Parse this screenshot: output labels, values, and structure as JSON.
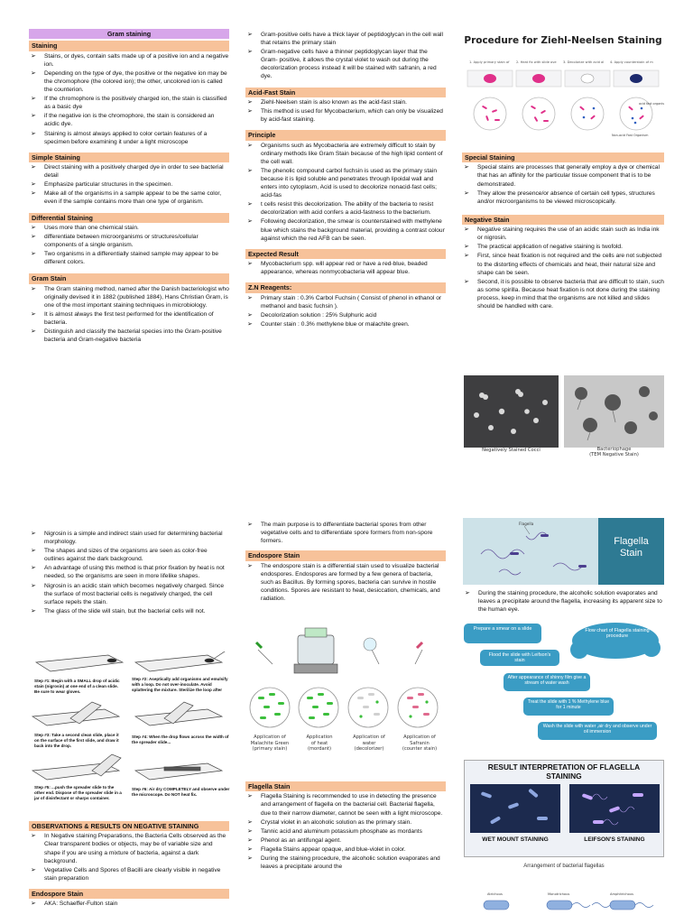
{
  "col1": {
    "title": "Gram staining",
    "staining": {
      "heading": "Staining",
      "items": [
        "Stains, or dyes, contain salts made up of a positive ion and a negative ion.",
        "Depending on the type of dye, the positive or the negative ion may be the chromophore (the colored ion); the other, uncolored ion is called the counterion.",
        "If the chromophore is the positively charged ion, the stain is classified as a basic dye",
        "if the negative ion is the chromophore, the stain is considered an acidic dye.",
        "Staining is almost always applied to color certain features of a specimen before examining it under a light microscope"
      ]
    },
    "simple": {
      "heading": "Simple Staining",
      "items": [
        "Direct staining with a positively charged dye in order to see bacterial detail",
        "Emphasize particular structures in the specimen.",
        "Make all of the organisms in a sample appear to be the same color, even if the sample contains more than one type of organism."
      ]
    },
    "differential": {
      "heading": "Differential Staining",
      "items": [
        "Uses more than one chemical stain.",
        "differentiate between microorganisms or structures/cellular components of a single organism.",
        "Two organisms in a differentially stained sample may appear to be different colors."
      ]
    },
    "gram": {
      "heading": "Gram Stain",
      "items": [
        "The Gram staining method, named after the Danish bacteriologist who originally devised it in 1882 (published 1884), Hans Christian Gram, is one of the most important staining techniques in microbiology.",
        "It is almost always the first test performed for the identification of bacteria.",
        "Distinguish and classify the bacterial species into the Gram-positive bacteria and Gram-negative bacteria"
      ]
    }
  },
  "col2": {
    "intro": {
      "items": [
        "Gram-positive cells have a thick layer of peptidoglycan in the cell wall that retains the primary stain",
        "Gram-negative cells have a thinner peptidoglycan layer that the Gram- positive, it allows the crystal violet to wash out during the decolorization process instead it will be stained with safranin, a red dye."
      ]
    },
    "acid_fast": {
      "heading": "Acid-Fast Stain",
      "items": [
        "Ziehl-Neelsen stain is also known as the acid-fast stain.",
        "This method is used for Mycobacterium, which can only be visualized by acid-fast staining."
      ]
    },
    "principle": {
      "heading": "Principle",
      "items": [
        "Organisms such as Mycobacteria are extremely difficult to stain by ordinary methods like Gram Stain because of the high lipid content of the cell wall.",
        "The phenolic compound carbol fuchsin is used as the primary stain because it is lipid soluble and penetrates through lipoidal wall and enters into cytoplasm, Acid is used to decolorize nonacid-fast cells; acid-fas",
        "t cells resist this decolorization. The ability of the bacteria to resist decolorization with acid confers a acid-fastness to the bacterium.",
        "Following decolorization, the smear is counterstained with methylene blue which stains the background material, providing a contrast colour against which the red AFB can be seen."
      ]
    },
    "expected": {
      "heading": "Expected Result",
      "items": [
        "Mycobacterium spp. will appear red or have a red-blue, beaded appearance, whereas nonmycobacteria will appear blue."
      ]
    },
    "zn": {
      "heading": "Z.N Reagents:",
      "items": [
        "Primary stain : 0.3% Carbol Fuchsin ( Consist of phenol in ethanol or methanol and basic fuchsin ).",
        "Decolorization solution : 25% Sulphuric acid",
        "Counter stain : 0.3% methylene blue or malachite green."
      ]
    }
  },
  "col3": {
    "zn_image_title": "Procedure for Ziehl-Neelsen Staining",
    "zn_steps": [
      "1. Apply primary stain of carbolfuchsin for 30 sec",
      "2. Heat fix with slide over flame",
      "3. Decolorize with acid alcohol for 10-20 seconds",
      "4. Apply counterstain of methylene blue for 30 seconds"
    ],
    "zn_legend": "Non-acid Fast Organism",
    "zn_legend2": "acid fast organism",
    "special": {
      "heading": "Special Staining",
      "items": [
        "Special stains are processes that generally employ a dye or chemical that has an affinity for the particular tissue component that is to be demonstrated.",
        "They allow the presence/or absence of certain cell types, structures and/or microorganisms to be viewed microscopically."
      ]
    },
    "negative": {
      "heading": "Negative Stain",
      "items": [
        "Negative staining requires the use of an acidic stain such as India ink or nigrosin.",
        "The practical application of negative staining is twofold.",
        "First, since heat fixation is not required and the cells are not subjected to the distorting effects of chemicals and heat, their natural size and shape can be seen.",
        "Second, it is possible to observe bacteria that are difficult to stain, such as some spirilla. Because heat fixation is not done during the staining process, keep in mind that the organisms are not killed and slides should be handled with care."
      ]
    },
    "micro_caption_left": "Negatively Stained Cocci",
    "micro_caption_right_1": "Bacteriophage",
    "micro_caption_right_2": "(TEM Negative Stain)"
  },
  "lower_left": {
    "items": [
      "Nigrosin is a simple and indirect stain used for determining bacterial morphology.",
      "The shapes and sizes of the organisms are seen as color-free outlines against the dark background.",
      "An advantage of using this method is that prior fixation by heat is not needed, so the organisms are seen in more lifelike shapes.",
      "Nigrosin is an acidic stain which becomes negatively charged. Since the surface of most bacterial cells is negatively charged, the cell surface repels the stain.",
      "The glass of the slide will stain, but the bacterial cells will not."
    ],
    "steps": [
      "Step #1: Begin with a SMALL drop of acidic stain (nigrosin) at one end of a clean slide. Be sure to wear gloves.",
      "Step #2: Aseptically add organisms and emulsify with a loop. Do not over-inoculate. Avoid splattering the mixture. Sterilize the loop after",
      "Step #3: Take a second clean slide, place it on the surface of the first slide, and draw it back into the drop.",
      "Step #4: When the drop flows across the width of the spreader slide...",
      "Step #5: ...push the spreader slide to the other end. Dispose of the spreader slide in a jar of disinfectant or sharps container.",
      "Step #6: Air dry COMPLETELY and observe under the microscope. Do NOT heat fix."
    ],
    "observations": {
      "heading": "OBSERVATIONS & RESULTS ON NEGATIVE STAINING",
      "items": [
        "In Negative staining Preparations, the Bacteria Cells observed as the Clear transparent bodies or objects, may be of variable size and shape if you are using a mixture of bacteria, against a dark background.",
        "Vegetative Cells and Spores of Bacilli are clearly visible in negative stain preparation"
      ]
    },
    "endospore": {
      "heading": "Endospore Stain",
      "items": [
        "AKA: Schaeffer-Fulton stain"
      ]
    }
  },
  "lower_mid": {
    "intro": [
      "The main purpose is to differentiate bacterial spores from other vegetative cells and to differentiate spore formers from non-spore formers."
    ],
    "endospore": {
      "heading": "Endospore Stain",
      "items": [
        "The endospore stain is a differential stain used to visualize bacterial endospores. Endospores are formed by a few genera of bacteria, such as Bacillus. By forming spores, bacteria can survive in hostile conditions. Spores are resistant to heat, desiccation, chemicals, and radiation."
      ]
    },
    "captions": [
      [
        "Application of",
        "Malachite Green",
        "(primary stain)"
      ],
      [
        "Application",
        "of heat",
        "(mordant)"
      ],
      [
        "Application of",
        "water",
        "(decolorizer)"
      ],
      [
        "Application of",
        "Safranin",
        "(counter stain)"
      ]
    ],
    "flagella": {
      "heading": "Flagella Stain",
      "items": [
        "Flagella Staining is recommended to use in detecting the presence and arrangement of flagella on the bacterial cell. Bacterial flagella, due to their narrow diameter, cannot be seen with a light microscope.",
        "Crystal violet in an alcoholic solution as the primary stain.",
        "Tannic acid and aluminum potassium phosphate as mordants",
        "Phenol as an antifungal agent.",
        "Flagella Stains appear opaque, and blue-violet in color.",
        "During the staining procedure, the alcoholic solution evaporates and leaves a precipitate around the"
      ]
    }
  },
  "lower_right": {
    "flagella_photo_label": "Flagella",
    "flagella_photo_title_1": "Flagella",
    "flagella_photo_title_2": "Stain",
    "items": [
      "During the staining procedure, the alcoholic solution evaporates and leaves a precipitate around the flagella, increasing its apparent size to the human eye."
    ],
    "flow": {
      "box1": "Prepare a smear on a slide",
      "cloud": "Flow chart of Flagella staining procedure",
      "box2": "Flood the slide with Leifson's stain",
      "box3": "After appearance of shinny film give a stream of water wash",
      "box4": "Treat the slide with 1 % Methylene blue for 1 minute",
      "box5": "Wash the slide with water ,air dry and observe under oil immersion"
    },
    "result": {
      "title_1": "RESULT INTERPRETATION OF FLAGELLA",
      "title_2": "STAINING",
      "left": "WET MOUNT STAINING",
      "right": "LEIFSON'S STAINING"
    },
    "arrangement_title": "Arrangement of bacterial flagellas",
    "arrangement_labels": [
      "Atrichous",
      "Monotrichous",
      "Amphitrichous"
    ]
  }
}
